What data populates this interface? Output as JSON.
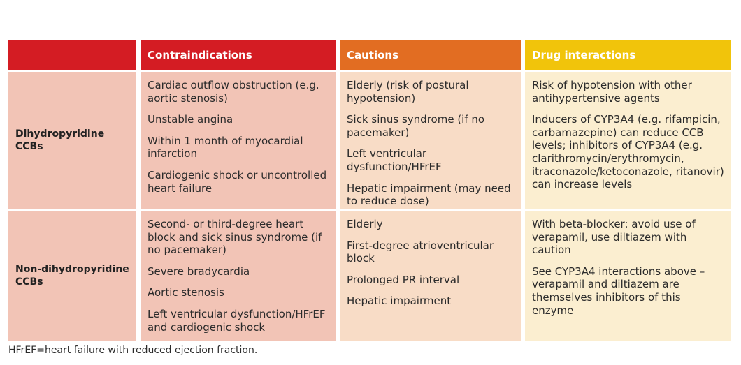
{
  "headers": {
    "contraindications": "Contraindications",
    "cautions": "Cautions",
    "drug_interactions": "Drug interactions"
  },
  "rows": [
    {
      "label": "Dihydropyridine CCBs",
      "contraindications": [
        "Cardiac outflow obstruction (e.g. aortic stenosis)",
        "Unstable angina",
        "Within 1 month of myocardial infarction",
        "Cardiogenic shock or uncontrolled heart failure"
      ],
      "cautions": [
        "Elderly (risk of postural hypotension)",
        "Sick sinus syndrome (if no pacemaker)",
        "Left ventricular dysfunction/HFrEF",
        "Hepatic impairment (may need to reduce dose)"
      ],
      "drug_interactions": [
        "Risk of hypotension with other antihypertensive agents",
        "Inducers of CYP3A4 (e.g. rifampicin, carbamazepine) can reduce CCB levels; inhibitors of CYP3A4 (e.g. clarithromycin/erythromycin, itraconazole/ketoconazole, ritanovir) can increase levels"
      ]
    },
    {
      "label": "Non-dihydropyridine CCBs",
      "contraindications": [
        "Second- or third-degree heart block and sick sinus syndrome (if no pacemaker)",
        "Severe bradycardia",
        "Aortic stenosis",
        "Left ventricular dysfunction/HFrEF and cardiogenic shock"
      ],
      "cautions": [
        "Elderly",
        "First-degree atrioventricular block",
        "Prolonged PR interval",
        "Hepatic impairment"
      ],
      "drug_interactions": [
        "With beta-blocker: avoid use of verapamil, use diltiazem with caution",
        "See CYP3A4 interactions above – verapamil and diltiazem are themselves inhibitors of this enzyme"
      ]
    }
  ],
  "footnote": "HFrEF=heart failure with reduced ejection fraction.",
  "colors": {
    "header_red": "#d41c23",
    "header_orange": "#e26d22",
    "header_yellow": "#f1c40b",
    "cell_red": "#f2c4b6",
    "cell_orange": "#f8dcc6",
    "cell_yellow": "#fbeed0"
  }
}
